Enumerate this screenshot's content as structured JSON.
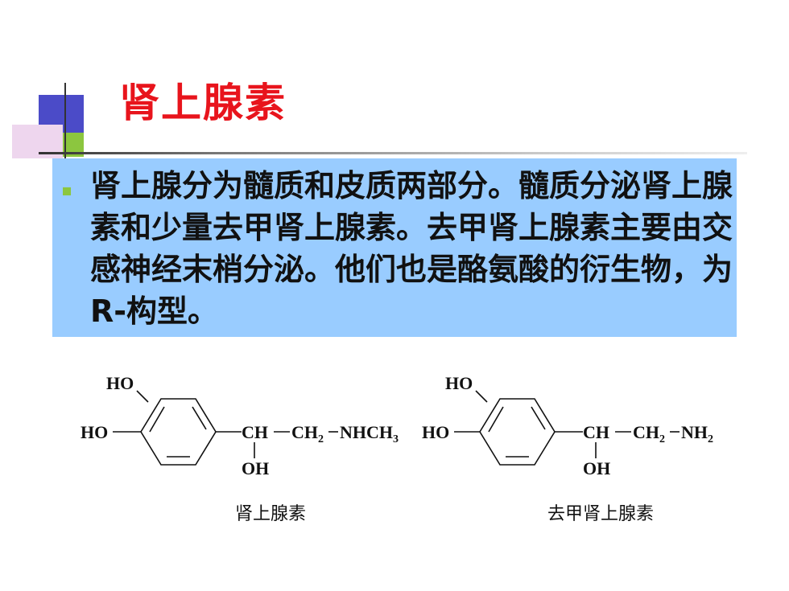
{
  "slide": {
    "title": "肾上腺素",
    "bullet_text": "肾上腺分为髓质和皮质两部分。髓质分泌肾上腺素和少量去甲肾上腺素。去甲肾上腺素主要由交感神经末梢分泌。他们也是酪氨酸的衍生物，为R-构型。"
  },
  "structures": [
    {
      "name": "肾上腺素",
      "ho_top": "HO",
      "ho_left": "HO",
      "ch": "CH",
      "ch2": "CH",
      "ch2_sub": "2",
      "amine": "NHCH",
      "amine_sub": "3",
      "oh": "OH"
    },
    {
      "name": "去甲肾上腺素",
      "ho_top": "HO",
      "ho_left": "HO",
      "ch": "CH",
      "ch2": "CH",
      "ch2_sub": "2",
      "amine": "NH",
      "amine_sub": "2",
      "oh": "OH"
    }
  ],
  "colors": {
    "title": "#e8141c",
    "textbox_bg": "#99ccff",
    "bullet": "#8cc63f",
    "accent_blue": "#4b4bc8",
    "accent_pink": "#eed6ee",
    "accent_green": "#8cc63f"
  }
}
